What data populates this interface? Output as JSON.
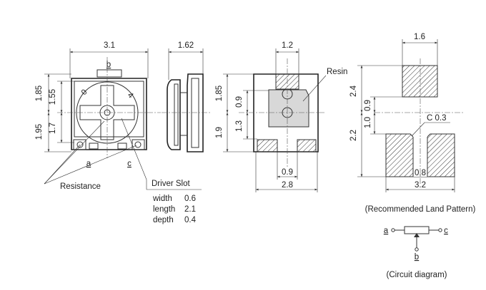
{
  "front_view": {
    "width_dim": "3.1",
    "terminal_b": "b",
    "top_heights": [
      "1.85",
      "1.55"
    ],
    "bottom_heights": [
      "1.95",
      "1.7"
    ],
    "terminal_a": "a",
    "terminal_c": "c"
  },
  "side_view": {
    "width_dim": "1.62"
  },
  "back_view": {
    "width_top": "1.2",
    "resin_label": "Resin",
    "left_dims": [
      "1.85",
      "0.9",
      "1.3",
      "1.9"
    ],
    "bottom_inner": "0.9",
    "bottom_outer": "2.8"
  },
  "land_pattern": {
    "width_top": "1.6",
    "left_dims": [
      "2.4",
      "0.9",
      "1.0",
      "2.2"
    ],
    "chamfer": "C 0.3",
    "slot_width": "0.8",
    "width_bottom": "3.2",
    "caption": "(Recommended Land Pattern)"
  },
  "labels": {
    "resistance": "Resistance",
    "driver_slot_title": "Driver Slot",
    "driver_slot": [
      {
        "name": "width",
        "value": "0.6"
      },
      {
        "name": "length",
        "value": "2.1"
      },
      {
        "name": "depth",
        "value": "0.4"
      }
    ]
  },
  "circuit": {
    "a": "a",
    "b": "b",
    "c": "c",
    "caption": "(Circuit diagram)"
  }
}
